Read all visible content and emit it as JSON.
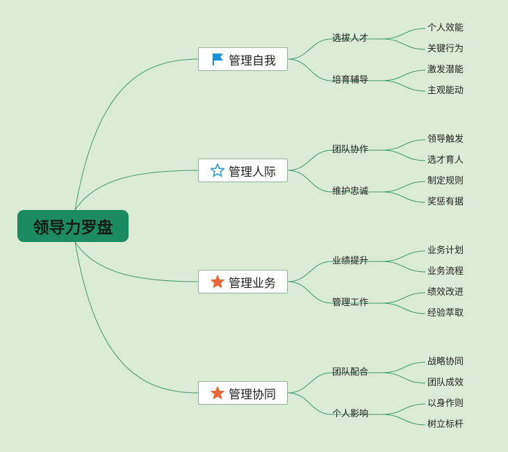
{
  "root": {
    "label": "领导力罗盘"
  },
  "branches": [
    {
      "label": "管理自我",
      "icon": "flag-icon",
      "subs": [
        {
          "label": "选拔人才",
          "leaves": [
            "个人效能",
            "关键行为"
          ]
        },
        {
          "label": "培育辅导",
          "leaves": [
            "激发潜能",
            "主观能动"
          ]
        }
      ]
    },
    {
      "label": "管理人际",
      "icon": "star-outline-icon",
      "subs": [
        {
          "label": "团队协作",
          "leaves": [
            "领导触发",
            "选才育人"
          ]
        },
        {
          "label": "维护忠诚",
          "leaves": [
            "制定规则",
            "奖惩有据"
          ]
        }
      ]
    },
    {
      "label": "管理业务",
      "icon": "star-filled-icon",
      "subs": [
        {
          "label": "业绩提升",
          "leaves": [
            "业务计划",
            "业务流程"
          ]
        },
        {
          "label": "管理工作",
          "leaves": [
            "绩效改进",
            "经验萃取"
          ]
        }
      ]
    },
    {
      "label": "管理协同",
      "icon": "star-filled-icon",
      "subs": [
        {
          "label": "团队配合",
          "leaves": [
            "战略协同",
            "团队成效"
          ]
        },
        {
          "label": "个人影响",
          "leaves": [
            "以身作则",
            "树立标杆"
          ]
        }
      ]
    }
  ],
  "colors": {
    "line": "#3f9a6e",
    "root_bg": "#1c8a62",
    "flag": "#1a8fd6",
    "star_outline": "#2a9ad8",
    "star_filled": "#e8683a"
  }
}
